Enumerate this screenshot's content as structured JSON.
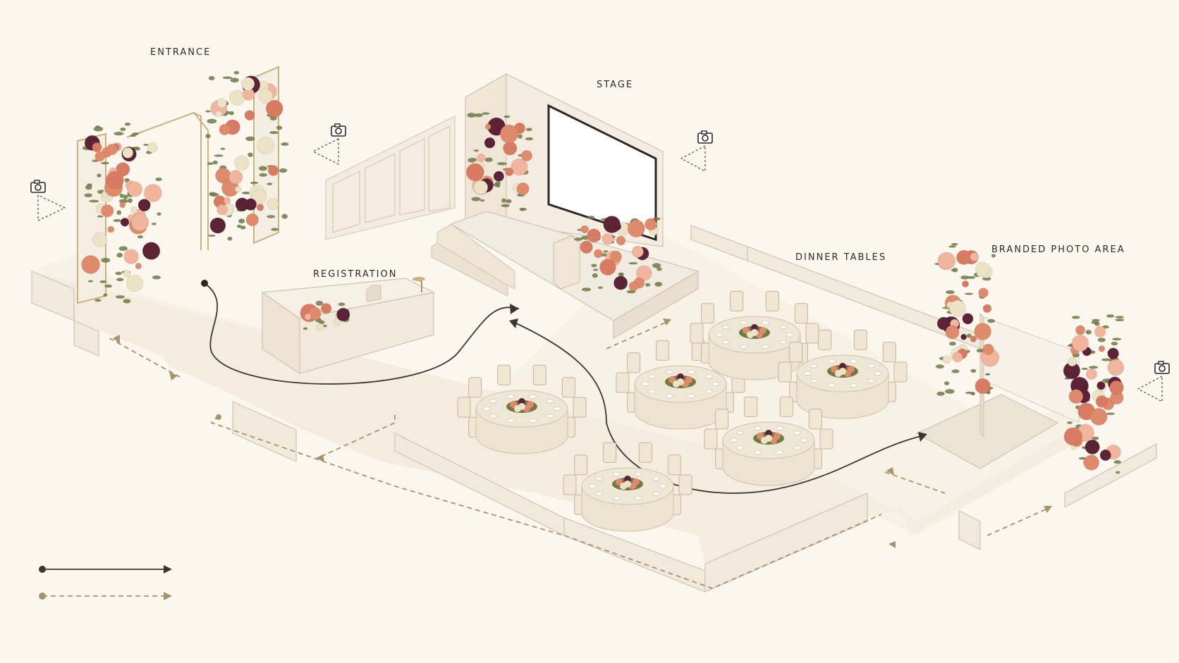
{
  "labels": {
    "entrance": "ENTRANCE",
    "stage": "STAGE",
    "registration": "REGISTRATION",
    "dinner_tables": "DINNER TABLES",
    "photo_area": "BRANDED PHOTO AREA"
  },
  "legend": {
    "guest_flow": "",
    "staff_flow": ""
  },
  "colors": {
    "background": "#fbf6ee",
    "floor": "#f7f1e6",
    "wall": "#efe6d8",
    "wall_stroke": "#cfc4b3",
    "guest_flow": "#3b3632",
    "staff_flow": "#a8936b",
    "flower_coral": "#e08a6c",
    "flower_plum": "#5c2236",
    "flower_cream": "#ece2c6",
    "foliage": "#6f7a45",
    "linen": "#efe7d6",
    "screen": "#ffffff"
  },
  "icons": {
    "camera": "camera-icon"
  },
  "counts": {
    "dinner_tables": 6,
    "camera_positions": 4
  }
}
